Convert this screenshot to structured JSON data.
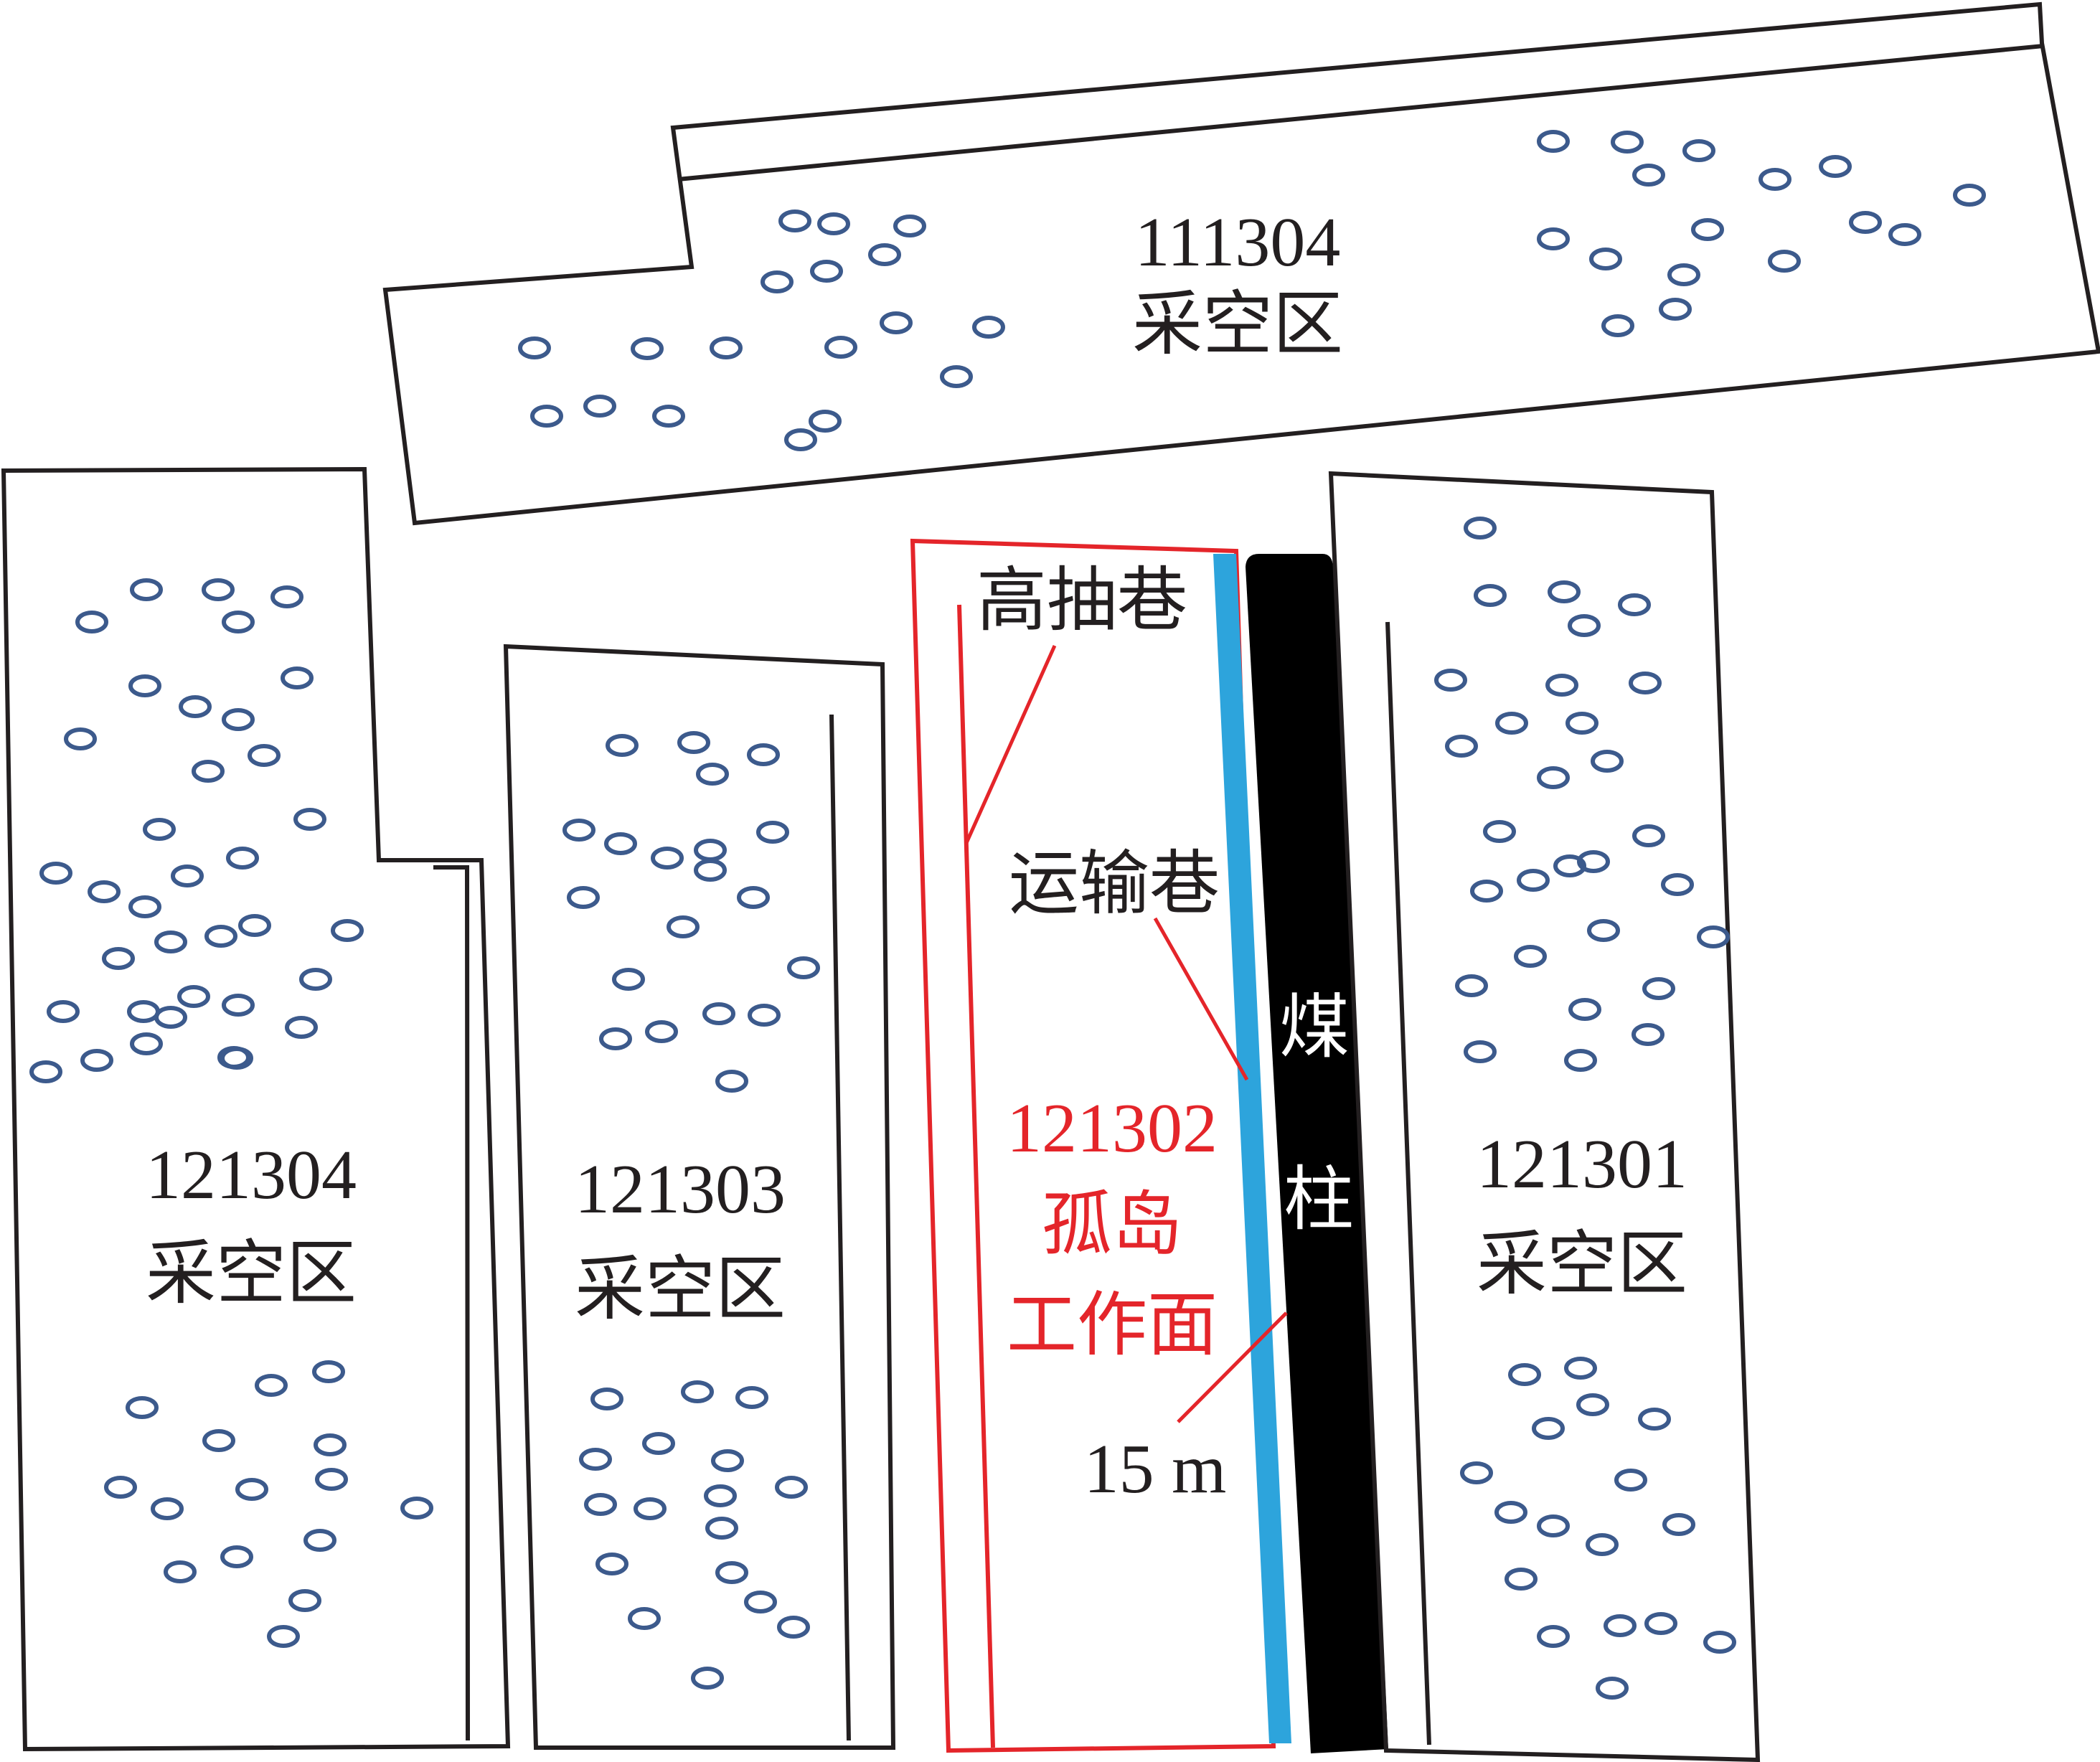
{
  "colors": {
    "outline": "#231f20",
    "void_marker": "#3c5a8c",
    "workface_red": "#e4252a",
    "roadway_blue": "#2da4dc",
    "pillar_black": "#000000"
  },
  "panels": {
    "p111304": {
      "id": "111304",
      "label": "采空区"
    },
    "p121304": {
      "id": "121304",
      "label": "采空区"
    },
    "p121303": {
      "id": "121303",
      "label": "采空区"
    },
    "p121302": {
      "id": "121302",
      "line2": "孤岛",
      "line3": "工作面"
    },
    "p121301": {
      "id": "121301",
      "label": "采空区"
    }
  },
  "roadways": {
    "gaochou": "高抽巷",
    "yunshu": "运输巷"
  },
  "pillar": {
    "char1": "煤",
    "char2": "柱",
    "width": "15 m"
  },
  "icons": {
    "void_marker": "ellipse-icon"
  }
}
